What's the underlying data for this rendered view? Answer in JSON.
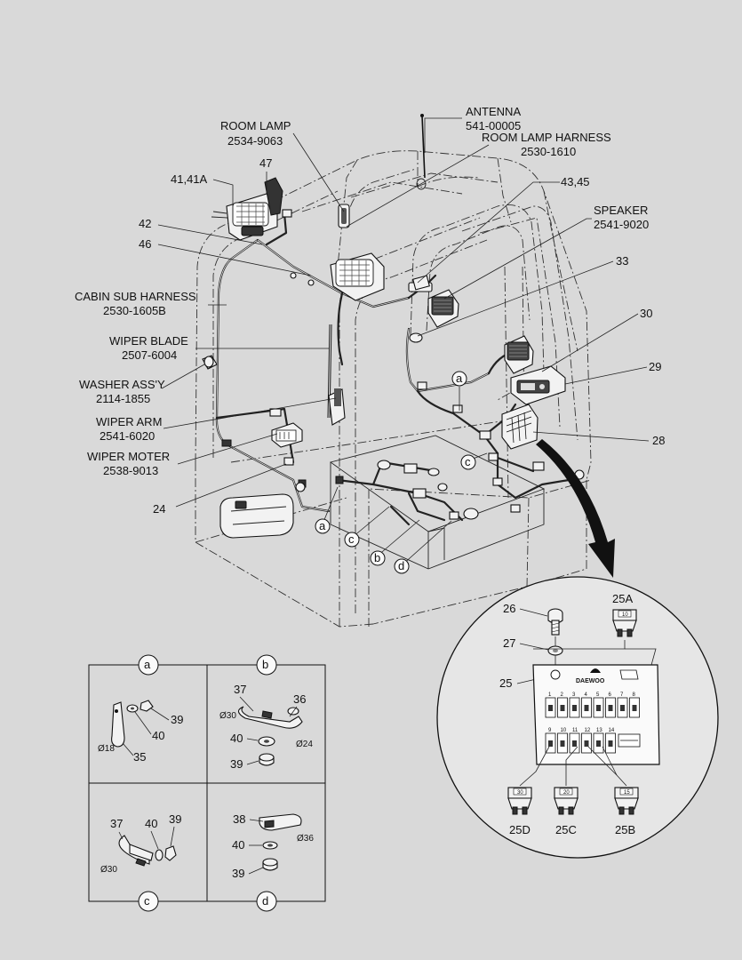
{
  "callouts": {
    "antenna": {
      "name": "ANTENNA",
      "part": "541-00005"
    },
    "room_lamp": {
      "name": "ROOM LAMP",
      "part": "2534-9063"
    },
    "room_lamp_harness": {
      "name": "ROOM LAMP HARNESS",
      "part": "2530-1610"
    },
    "speaker": {
      "name": "SPEAKER",
      "part": "2541-9020"
    },
    "cabin_sub_harness": {
      "name": "CABIN SUB HARNESS",
      "part": "2530-1605B"
    },
    "wiper_blade": {
      "name": "WIPER BLADE",
      "part": "2507-6004"
    },
    "washer_assy": {
      "name": "WASHER ASS'Y",
      "part": "2114-1855"
    },
    "wiper_arm": {
      "name": "WIPER ARM",
      "part": "2541-6020"
    },
    "wiper_moter": {
      "name": "WIPER MOTER",
      "part": "2538-9013"
    }
  },
  "numbers": {
    "n47": "47",
    "n41": "41,41A",
    "n42": "42",
    "n46": "46",
    "n4345": "43,45",
    "n33": "33",
    "n30": "30",
    "n29": "29",
    "n28": "28",
    "n24": "24"
  },
  "markers": {
    "a": "a",
    "b": "b",
    "c": "c",
    "d": "d"
  },
  "fuse_box": {
    "n26": "26",
    "n27": "27",
    "n25": "25",
    "n25A": "25A",
    "n25B": "25B",
    "n25C": "25C",
    "n25D": "25D",
    "brand": "DAEWOO",
    "fuse_25A_rating": "10",
    "fuse_25D_rating": "30",
    "fuse_25C_rating": "20",
    "fuse_25B_rating": "15",
    "top_row": [
      "1",
      "2",
      "3",
      "4",
      "5",
      "6",
      "7",
      "8"
    ],
    "bottom_row": [
      "9",
      "10",
      "11",
      "12",
      "13",
      "14"
    ]
  },
  "details": {
    "a": {
      "label": "a",
      "n39": "39",
      "n40": "40",
      "n35": "35",
      "dia": "Ø18"
    },
    "b": {
      "label": "b",
      "n37": "37",
      "n36": "36",
      "n40": "40",
      "n39": "39",
      "dia30": "Ø30",
      "dia24": "Ø24"
    },
    "c": {
      "label": "c",
      "n37": "37",
      "n40": "40",
      "n39": "39",
      "dia": "Ø30"
    },
    "d": {
      "label": "d",
      "n38": "38",
      "n40": "40",
      "n39": "39",
      "dia": "Ø36"
    }
  }
}
